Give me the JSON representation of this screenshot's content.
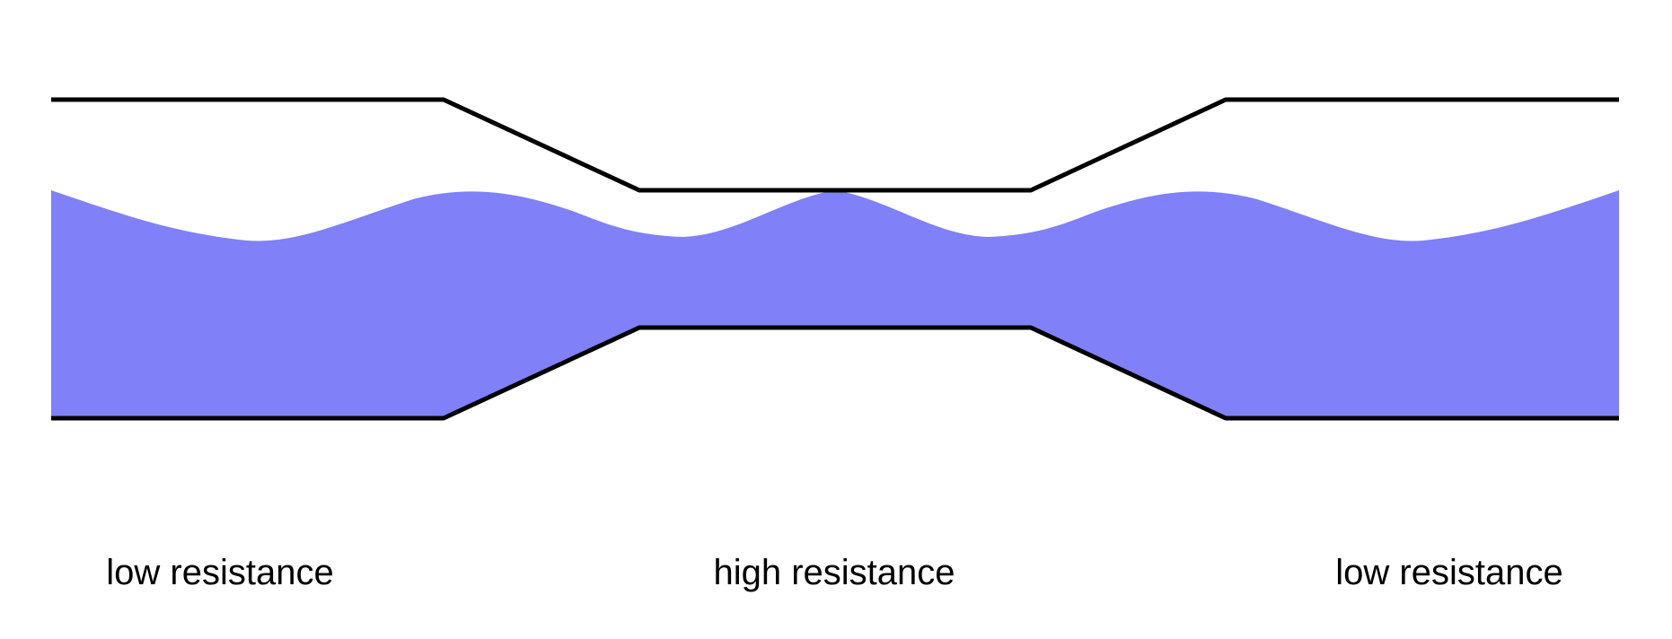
{
  "labels": {
    "left": "low resistance",
    "center": "high resistance",
    "right": "low resistance"
  },
  "colors": {
    "fluid": "#8080f8",
    "wall": "#000000",
    "background": "#ffffff"
  }
}
